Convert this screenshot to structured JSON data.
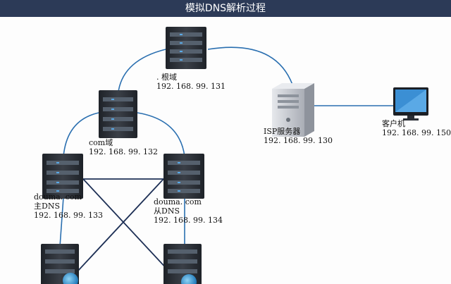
{
  "header": {
    "title": "模拟DNS解析过程"
  },
  "nodes": {
    "root": {
      "name": ". 根域",
      "ip": "192. 168. 99. 131"
    },
    "com": {
      "name": "com域",
      "ip": "192. 168. 99. 132"
    },
    "isp": {
      "name": "ISP服务器",
      "ip": "192. 168. 99. 130"
    },
    "client": {
      "name": "客户机",
      "ip": "192. 168. 99. 150"
    },
    "master": {
      "domain": "douma. com",
      "role": "主DNS",
      "ip": "192. 168. 99. 133"
    },
    "slave": {
      "domain": "douma. com",
      "role": "从DNS",
      "ip": "192. 168. 99. 134"
    }
  },
  "colors": {
    "header_bg": "#2c3a57",
    "curve_link": "#2a6fb0",
    "straight_link": "#1d2f55",
    "rack_server": "#2b2f36",
    "isp_server": "#c9ccd2",
    "monitor_screen": "#3b8fd4"
  }
}
